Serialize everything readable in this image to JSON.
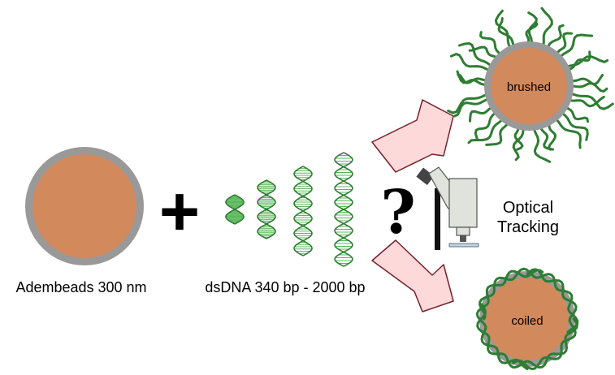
{
  "labels": {
    "bead": "Adembeads 300 nm",
    "dna": "dsDNA 340 bp - 2000 bp",
    "brushed": "brushed",
    "coiled": "coiled",
    "question": "?",
    "optical_line1": "Optical",
    "optical_line2": "Tracking",
    "plus": "+"
  },
  "colors": {
    "bead_core": "#d2895c",
    "bead_shell": "#999999",
    "dna_strand": "#2e7d32",
    "dna_helix": "#5cb85c",
    "arrow_fill": "#fdd9d9",
    "arrow_stroke": "#7a1f2b",
    "microscope_body": "#dfe3dc",
    "microscope_dark": "#444444"
  }
}
